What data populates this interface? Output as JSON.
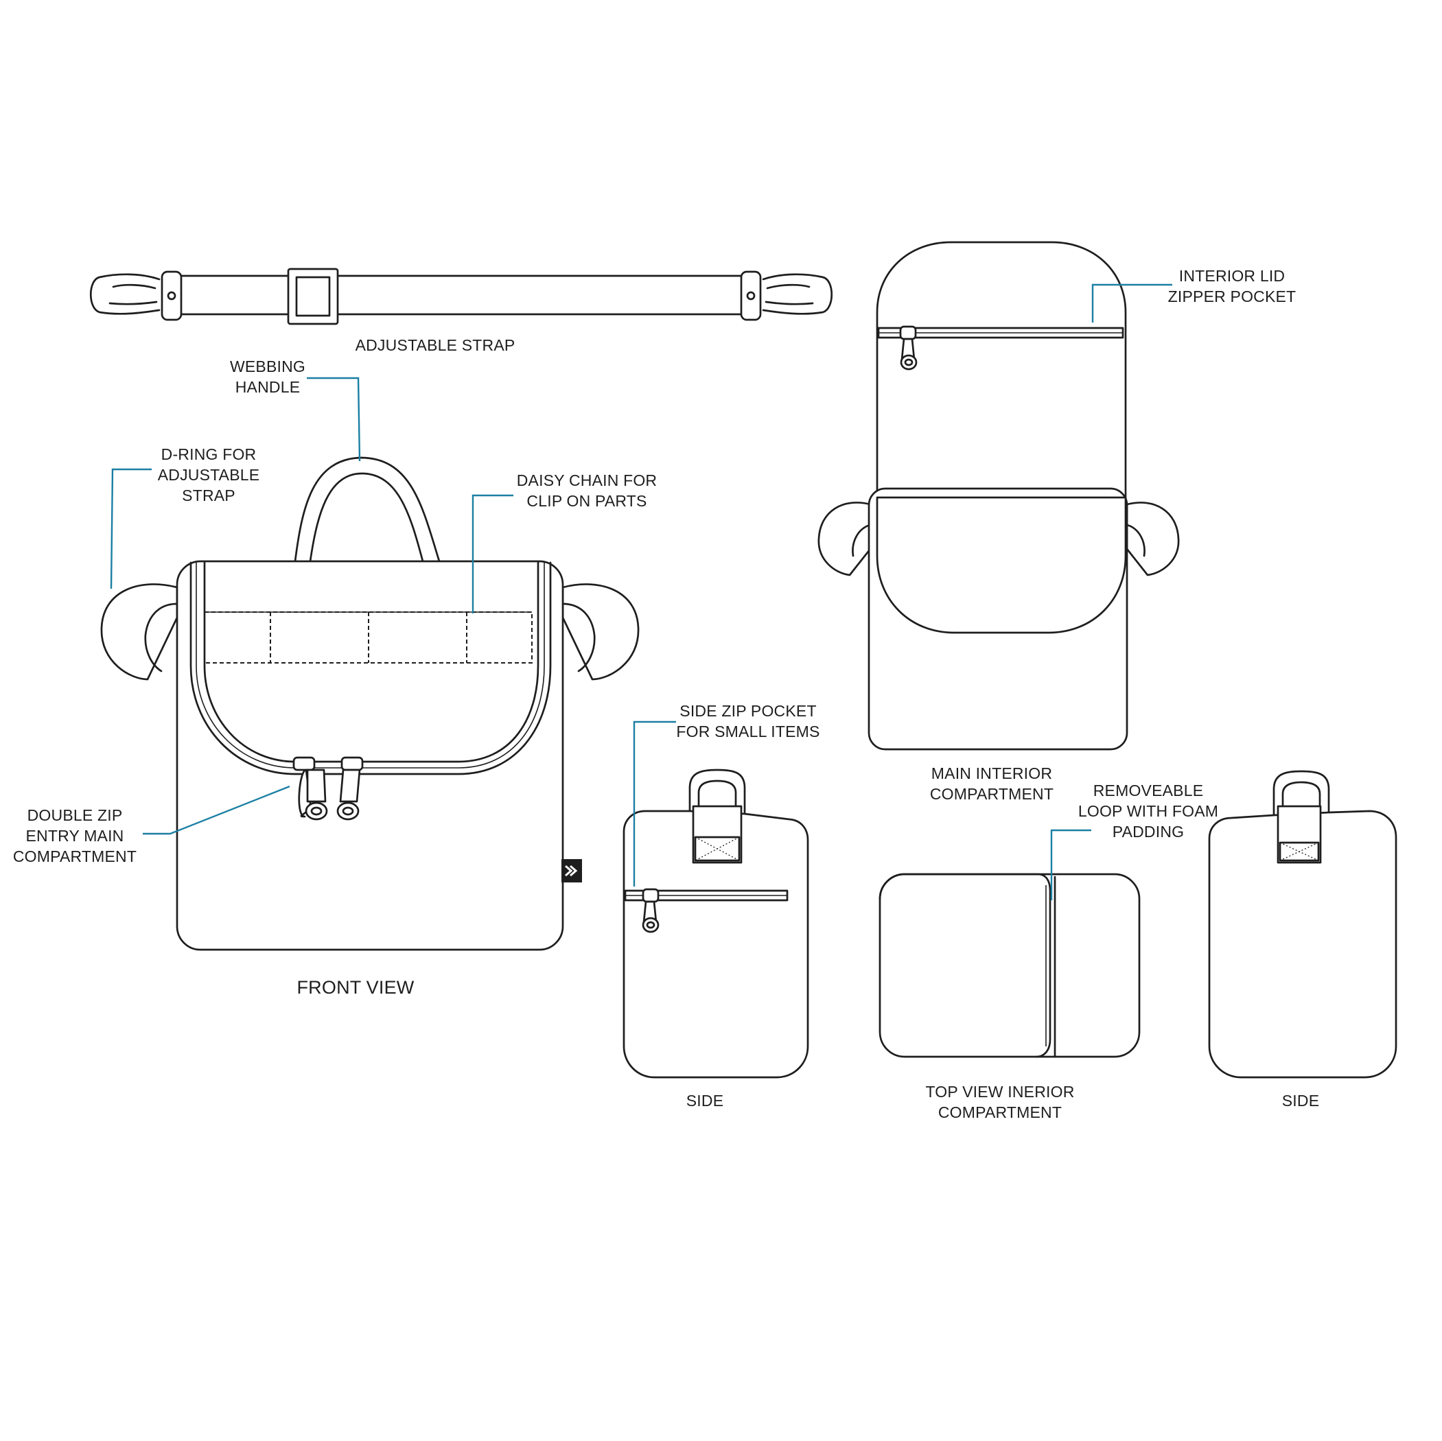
{
  "colors": {
    "outline": "#1e1e1e",
    "leader": "#1a7fa3",
    "background": "#ffffff"
  },
  "labels": {
    "adjustable_strap": "ADJUSTABLE STRAP",
    "webbing_handle": [
      "WEBBING",
      "HANDLE"
    ],
    "d_ring": [
      "D-RING FOR",
      "ADJUSTABLE",
      "STRAP"
    ],
    "daisy_chain": [
      "DAISY CHAIN FOR",
      "CLIP ON PARTS"
    ],
    "double_zip": [
      "DOUBLE ZIP",
      "ENTRY MAIN",
      "COMPARTMENT"
    ],
    "front_view": "FRONT VIEW",
    "interior_lid": [
      "INTERIOR LID",
      "ZIPPER POCKET"
    ],
    "main_interior": [
      "MAIN INTERIOR",
      "COMPARTMENT"
    ],
    "side_zip_pocket": [
      "SIDE ZIP POCKET",
      "FOR SMALL ITEMS"
    ],
    "removeable_loop": [
      "REMOVEABLE",
      "LOOP WITH FOAM",
      "PADDING"
    ],
    "side_left": "SIDE",
    "top_view": [
      "TOP VIEW INERIOR",
      "COMPARTMENT"
    ],
    "side_right": "SIDE"
  },
  "icons": [
    "carabiner-clip-icon",
    "strap-slider-buckle-icon",
    "zipper-pull-icon",
    "d-ring-icon",
    "brand-logo-icon"
  ]
}
